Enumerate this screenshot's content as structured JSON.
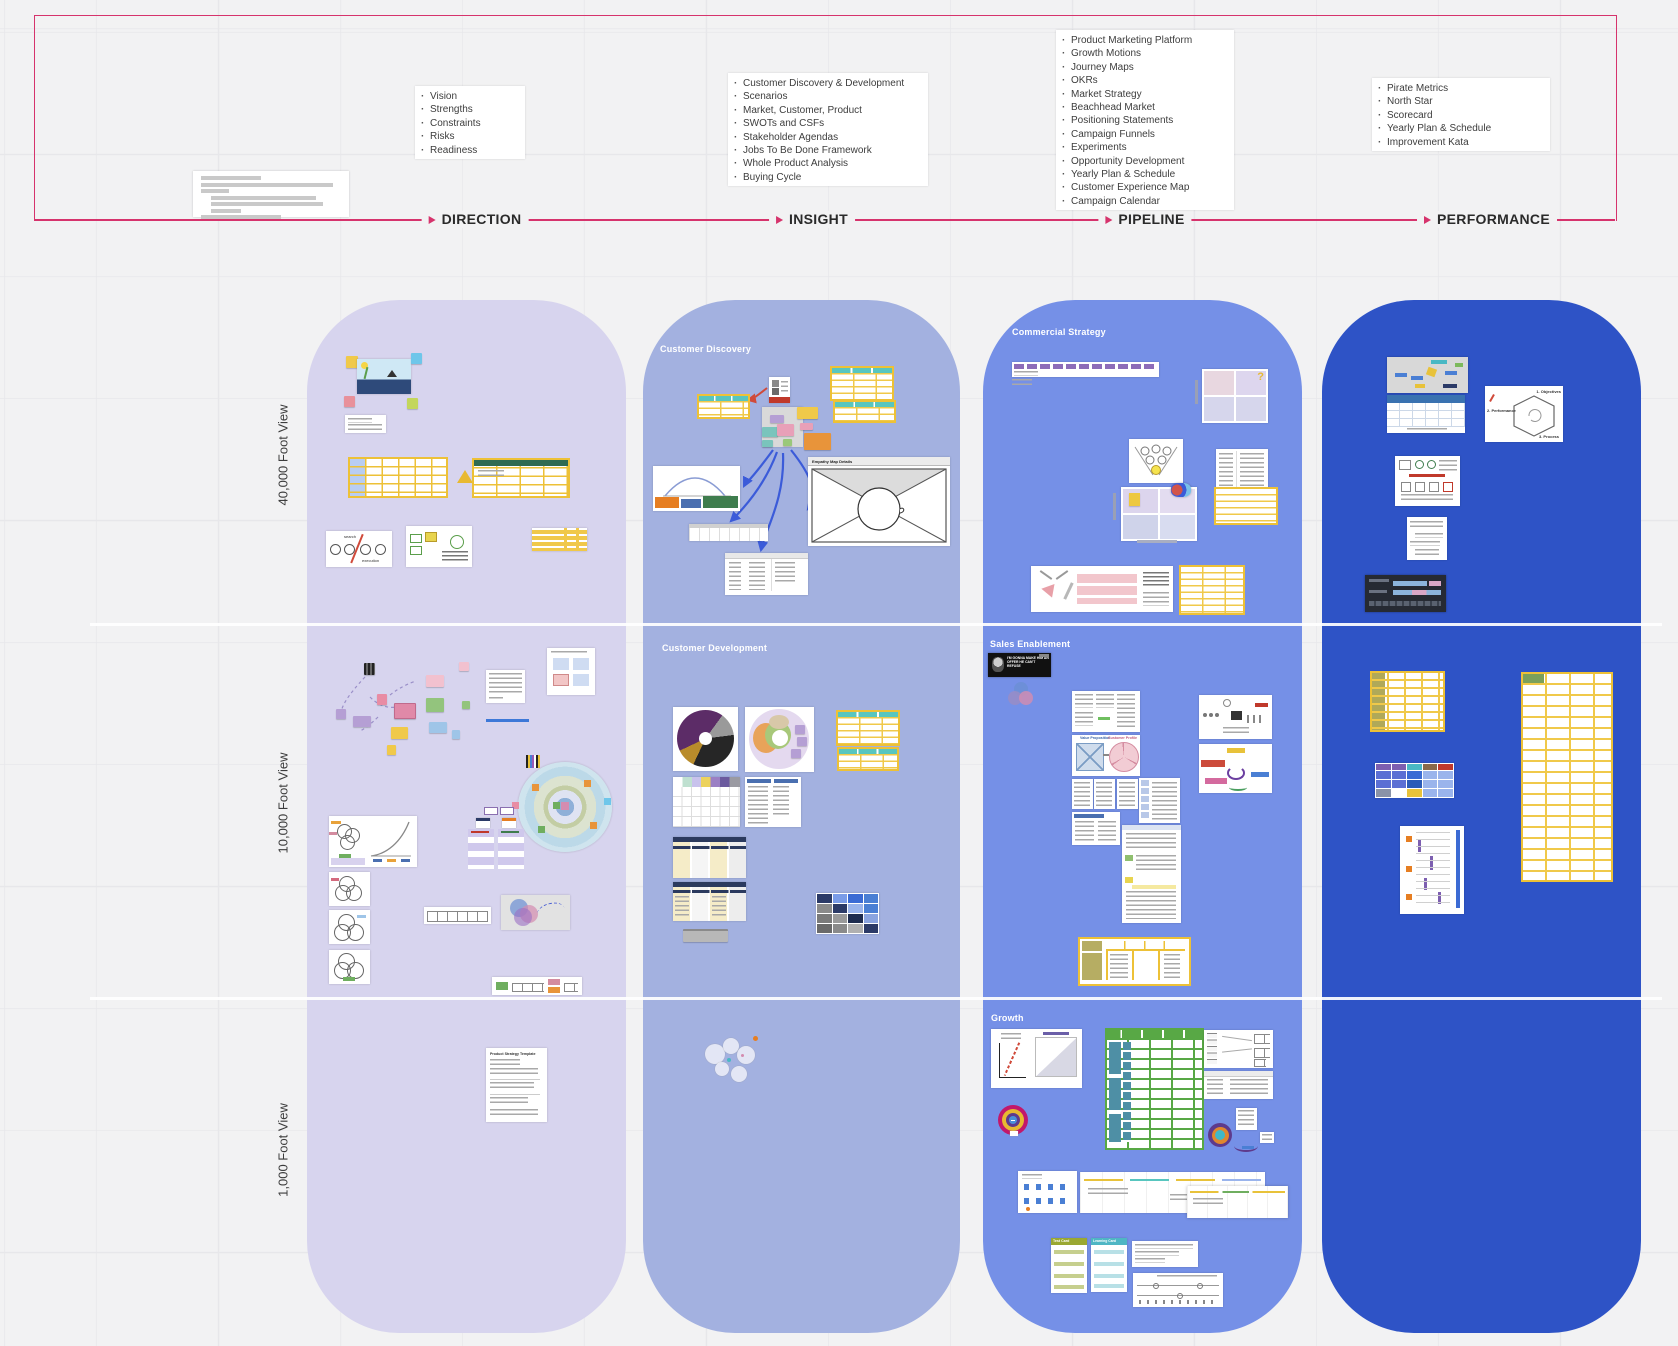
{
  "flow": {
    "stages": [
      {
        "label": "DIRECTION",
        "items": [
          "Vision",
          "Strengths",
          "Constraints",
          "Risks",
          "Readiness"
        ]
      },
      {
        "label": "INSIGHT",
        "items": [
          "Customer Discovery & Development",
          "Scenarios",
          "Market, Customer, Product",
          "SWOTs and CSFs",
          "Stakeholder Agendas",
          "Jobs To Be Done Framework",
          "Whole Product Analysis",
          "Buying Cycle"
        ]
      },
      {
        "label": "PIPELINE",
        "items": [
          "Product Marketing Platform",
          "Growth Motions",
          "Journey Maps",
          "OKRs",
          "Market Strategy",
          "Beachhead Market",
          "Positioning Statements",
          "Campaign Funnels",
          "Experiments",
          "Opportunity Development",
          "Yearly Plan & Schedule",
          "Customer Experience Map",
          "Campaign Calendar"
        ]
      },
      {
        "label": "PERFORMANCE",
        "items": [
          "Pirate Metrics",
          "North Star",
          "Scorecard",
          "Yearly Plan & Schedule",
          "Improvement Kata"
        ]
      }
    ]
  },
  "rows": [
    {
      "label": "40,000 Foot View"
    },
    {
      "label": "10,000 Foot View"
    },
    {
      "label": "1,000 Foot View"
    }
  ],
  "sections": {
    "insight_row1": "Customer Discovery",
    "insight_row2": "Customer Development",
    "pipeline_row1": "Commercial Strategy",
    "pipeline_row2": "Sales Enablement",
    "pipeline_row3": "Growth"
  },
  "artifacts": {
    "direction_flow_top": "search",
    "direction_flow_bottom": "execution",
    "direction_doc_title": "Product Strategy Template",
    "insight_envelope_title": "Empathy Map Details",
    "pipeline_matrix_question": "?",
    "pipeline_value_proposition": "Value Proposition",
    "pipeline_customer_profile": "Customer Profile",
    "pipeline_godfather": "I'M GONNA MAKE HIM AN OFFER HE CAN'T REFUSE",
    "pipeline_test_card": "Test Card",
    "pipeline_learning_card": "Learning Card",
    "performance_hexagon": [
      "1. Objectives",
      "2. Performance",
      "3. Process"
    ]
  },
  "colors": {
    "accent_pink": "#d6336c",
    "background": "#f2f2f3",
    "panel_direction": "#d7d4ee",
    "panel_insight": "#a3b1e0",
    "panel_pipeline": "#7590e7",
    "panel_performance": "#2e53c6",
    "table_yellow": "#edc137",
    "header_teal": "#58c6bf",
    "header_green": "#2f6b52"
  }
}
